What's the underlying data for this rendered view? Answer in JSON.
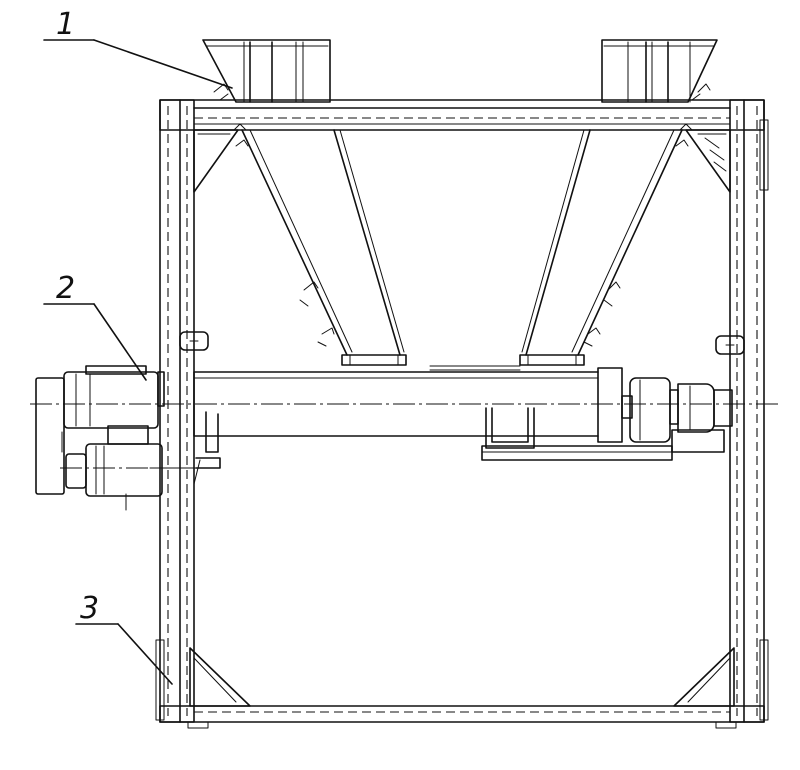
{
  "callouts": [
    {
      "number": "1",
      "target": "inlet-hopper"
    },
    {
      "number": "2",
      "target": "screw-conveyor-drive"
    },
    {
      "number": "3",
      "target": "support-frame"
    }
  ],
  "colors": {
    "line": "#111111",
    "background": "#ffffff"
  }
}
